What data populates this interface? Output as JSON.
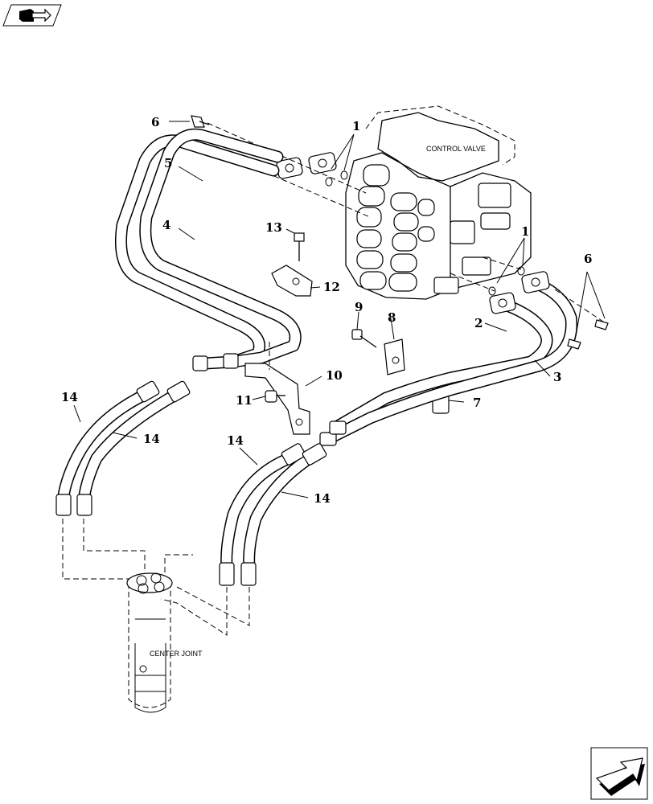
{
  "labels": {
    "control_valve": "CONTROL VALVE",
    "center_joint": "CENTER JOINT"
  },
  "callouts": [
    "1",
    "1",
    "2",
    "3",
    "4",
    "5",
    "6",
    "6",
    "7",
    "8",
    "9",
    "10",
    "11",
    "12",
    "13",
    "14",
    "14",
    "14",
    "14"
  ],
  "icons": {
    "top_left": "book-arrow-icon",
    "bottom_right": "next-page-arrow-icon"
  }
}
